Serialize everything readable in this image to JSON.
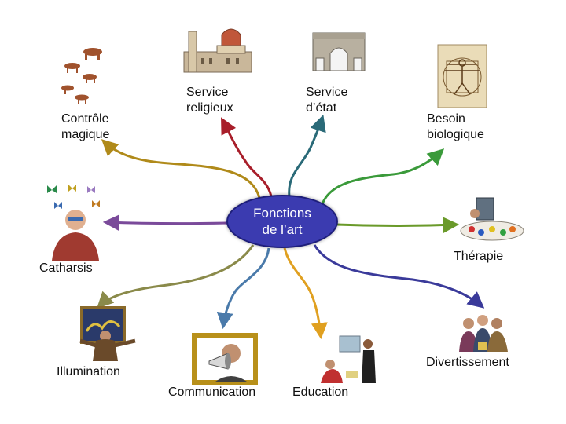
{
  "center": {
    "line1": "Fonctions",
    "line2": "de l’art",
    "color": "#3b3bb0"
  },
  "branches": {
    "controle": {
      "line1": "Contrôle",
      "line2": "magique",
      "color": "#b08a1a",
      "icon": "cave-painting-icon"
    },
    "religieux": {
      "line1": "Service",
      "line2": "religieux",
      "color": "#a81e2a",
      "icon": "cathedral-icon"
    },
    "etat": {
      "line1": "Service",
      "line2": "d’état",
      "color": "#2a6a78",
      "icon": "triumphal-arch-icon"
    },
    "biologique": {
      "line1": "Besoin",
      "line2": "biologique",
      "color": "#3a9a3a",
      "icon": "vitruvian-man-icon"
    },
    "catharsis": {
      "label": "Catharsis",
      "color": "#7a4a9a",
      "icon": "man-with-butterflies-icon"
    },
    "therapie": {
      "label": "Thérapie",
      "color": "#6a9a2a",
      "icon": "painting-palette-icon"
    },
    "illumination": {
      "label": "Illumination",
      "color": "#8a8a4a",
      "icon": "man-in-frame-icon"
    },
    "divertissement": {
      "label": "Divertissement",
      "color": "#3a3a9a",
      "icon": "laughing-friends-icon"
    },
    "communication": {
      "label": "Communication",
      "color": "#4a7aaa",
      "icon": "megaphone-frame-icon"
    },
    "education": {
      "label": "Education",
      "color": "#e0a020",
      "icon": "children-painting-icon"
    }
  }
}
